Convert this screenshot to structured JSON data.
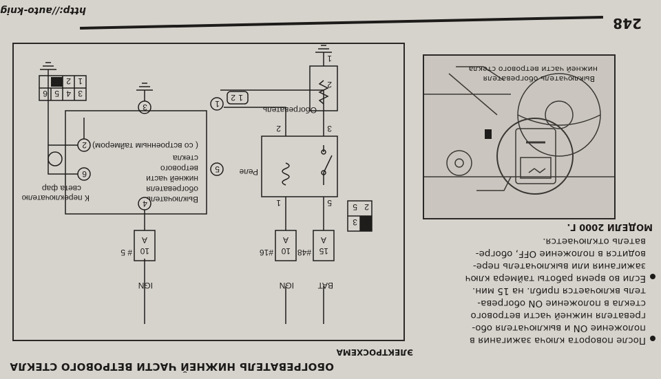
{
  "header": {
    "page_number": "248",
    "url": "http://auto-kniga.ru"
  },
  "section": {
    "title": "ОБОГРЕВАТЕЛЬ НИЖНЕЙ ЧАСТИ ВЕТРОВОГО СТЕКЛА",
    "subtitle": "ЭЛЕКТРОСХЕМА"
  },
  "text_column": {
    "paragraph1": [
      "После поворота ключа зажигания в",
      "положение ON и выключателя обо-",
      "гревателя нижней части ветрового",
      "стекла в положение ON обогрева-",
      "тель включается прибл. на 15 мин."
    ],
    "paragraph2": [
      "Если во время работы таймера ключ",
      "зажигания или выключатель пере-",
      "водится в положение OFF, обогре-",
      "ватель отключается."
    ],
    "model_heading": "МОДЕЛИ 2000 Г."
  },
  "photo_caption": [
    "Выключатель обогревателя",
    "нижней части ветрового стекла"
  ],
  "diagram": {
    "switch_label": [
      "Выключатель",
      "обогревателя",
      "нижней части",
      "ветрового",
      "стекла",
      "( со встроенным таймером)"
    ],
    "relay_label": "Реле",
    "heater_label": "Обогреватель",
    "headlight_label": [
      "К переключателю",
      "света фар"
    ],
    "fuses": [
      {
        "amp": "15",
        "unit": "A",
        "ref": "#48",
        "source": "BAT"
      },
      {
        "amp": "10",
        "unit": "A",
        "ref": "#16",
        "source": "IGN"
      },
      {
        "amp": "10",
        "unit": "A",
        "ref": "# 5",
        "source": "IGN"
      }
    ],
    "switch_pins": [
      "1",
      "2",
      "3",
      "4",
      "5",
      "6"
    ],
    "relay_pins": [
      "5",
      "3",
      "2",
      "1"
    ],
    "heater_pins": [
      "2",
      "1"
    ],
    "heater_connector": [
      "1",
      "2"
    ],
    "switch_connector": [
      "3",
      "4",
      "5",
      "6",
      "1",
      "2"
    ],
    "relay_connector": [
      "3",
      "5",
      "2",
      "1"
    ]
  }
}
